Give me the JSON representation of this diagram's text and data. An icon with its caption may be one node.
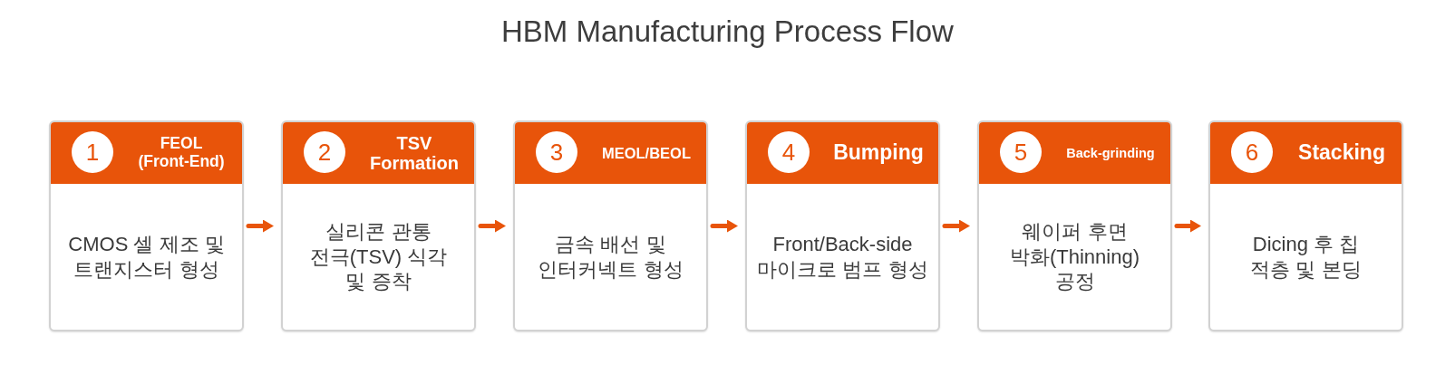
{
  "diagram": {
    "title": "HBM Manufacturing Process Flow",
    "nodes": [
      {
        "text": [
          "CMOS 셀 제조 및 트랜지스터 형성"
        ]
      },
      {
        "text": [
          "FEOL (Front-End)"
        ],
        "in": 0
      },
      {
        "text": [
          "1"
        ],
        "in": 1
      },
      {
        "text": [
          "실리콘 관통 전극(TSV) 식각 및 증착"
        ]
      },
      {
        "text": [
          "TSV Formation"
        ],
        "in": 3
      },
      {
        "text": [
          "2"
        ],
        "in": 4
      },
      {
        "text": [
          "금속 배선 및 인터커넥트 형성"
        ]
      },
      {
        "text": [
          "MEOL/BEOL"
        ],
        "in": 6
      },
      {
        "text": [
          "3"
        ],
        "in": 7
      },
      {
        "text": [
          "Front/Back-side 마이크로 범프 형성"
        ]
      },
      {
        "text": [
          "Bumping"
        ],
        "in": 9
      },
      {
        "text": [
          "4"
        ],
        "in": 10
      },
      {
        "text": [
          "웨이퍼 후면 박화(Thinning) 공정"
        ]
      },
      {
        "text": [
          "Back-grinding"
        ],
        "in": 12
      },
      {
        "text": [
          "5"
        ],
        "in": 13
      },
      {
        "text": [
          "Dicing 후 칩 적층 및 본딩"
        ]
      },
      {
        "text": [
          "Stacking"
        ],
        "in": 15
      },
      {
        "text": [
          "6"
        ],
        "in": 16
      }
    ],
    "edges": [
      {
        "from": 0,
        "to": 3,
        "arrow": "to"
      },
      {
        "from": 3,
        "to": 6,
        "arrow": "to"
      },
      {
        "from": 6,
        "to": 9,
        "arrow": "to"
      },
      {
        "from": 9,
        "to": 12,
        "arrow": "to"
      },
      {
        "from": 12,
        "to": 15,
        "arrow": "to"
      }
    ]
  }
}
